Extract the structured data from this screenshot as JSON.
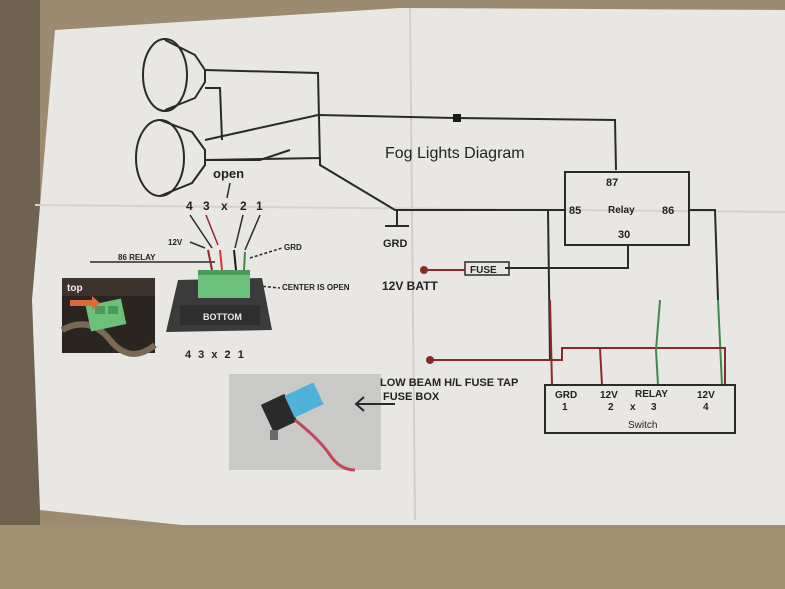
{
  "title": "Fog Lights Diagram",
  "connector_top": {
    "open_label": "open",
    "pin_labels": [
      "4",
      "3",
      "x",
      "2",
      "1"
    ],
    "wire_12v": "12V",
    "wire_86_relay": "86 RELAY",
    "wire_grd": "GRD",
    "center_note": "CENTER IS OPEN",
    "photo_top_label": "top",
    "bottom_label": "BOTTOM",
    "pin_order_caption": "4 3 x 2 1"
  },
  "relay": {
    "pin_87": "87",
    "pin_85": "85",
    "name": "Relay",
    "pin_86": "86",
    "pin_30": "30"
  },
  "ground_label": "GRD",
  "fuse_label": "FUSE",
  "battery_label": "12V BATT",
  "fuse_tap_label_line1": "LOW BEAM H/L FUSE TAP",
  "fuse_tap_label_line2": "FUSE BOX",
  "switch": {
    "pins": [
      {
        "top": "GRD",
        "bottom": "1"
      },
      {
        "top": "12V",
        "bottom": "2"
      },
      {
        "top": "RELAY",
        "bottom": "3"
      },
      {
        "top": "12V",
        "bottom": "4"
      }
    ],
    "x_label": "x",
    "name": "Switch"
  },
  "colors": {
    "paper": "#e9e7e4",
    "line": "#2a2a2a",
    "red_wire": "#8a2a2a",
    "green_wire": "#3f8a4a",
    "table": "#9c8b6e",
    "connector_green": "#6cc07a",
    "fuse_blue": "#4fb3d9"
  },
  "icons": {
    "fog_lamp": "fog-lamp-icon",
    "ground": "ground-symbol-icon",
    "arrow": "arrow-left-icon"
  }
}
